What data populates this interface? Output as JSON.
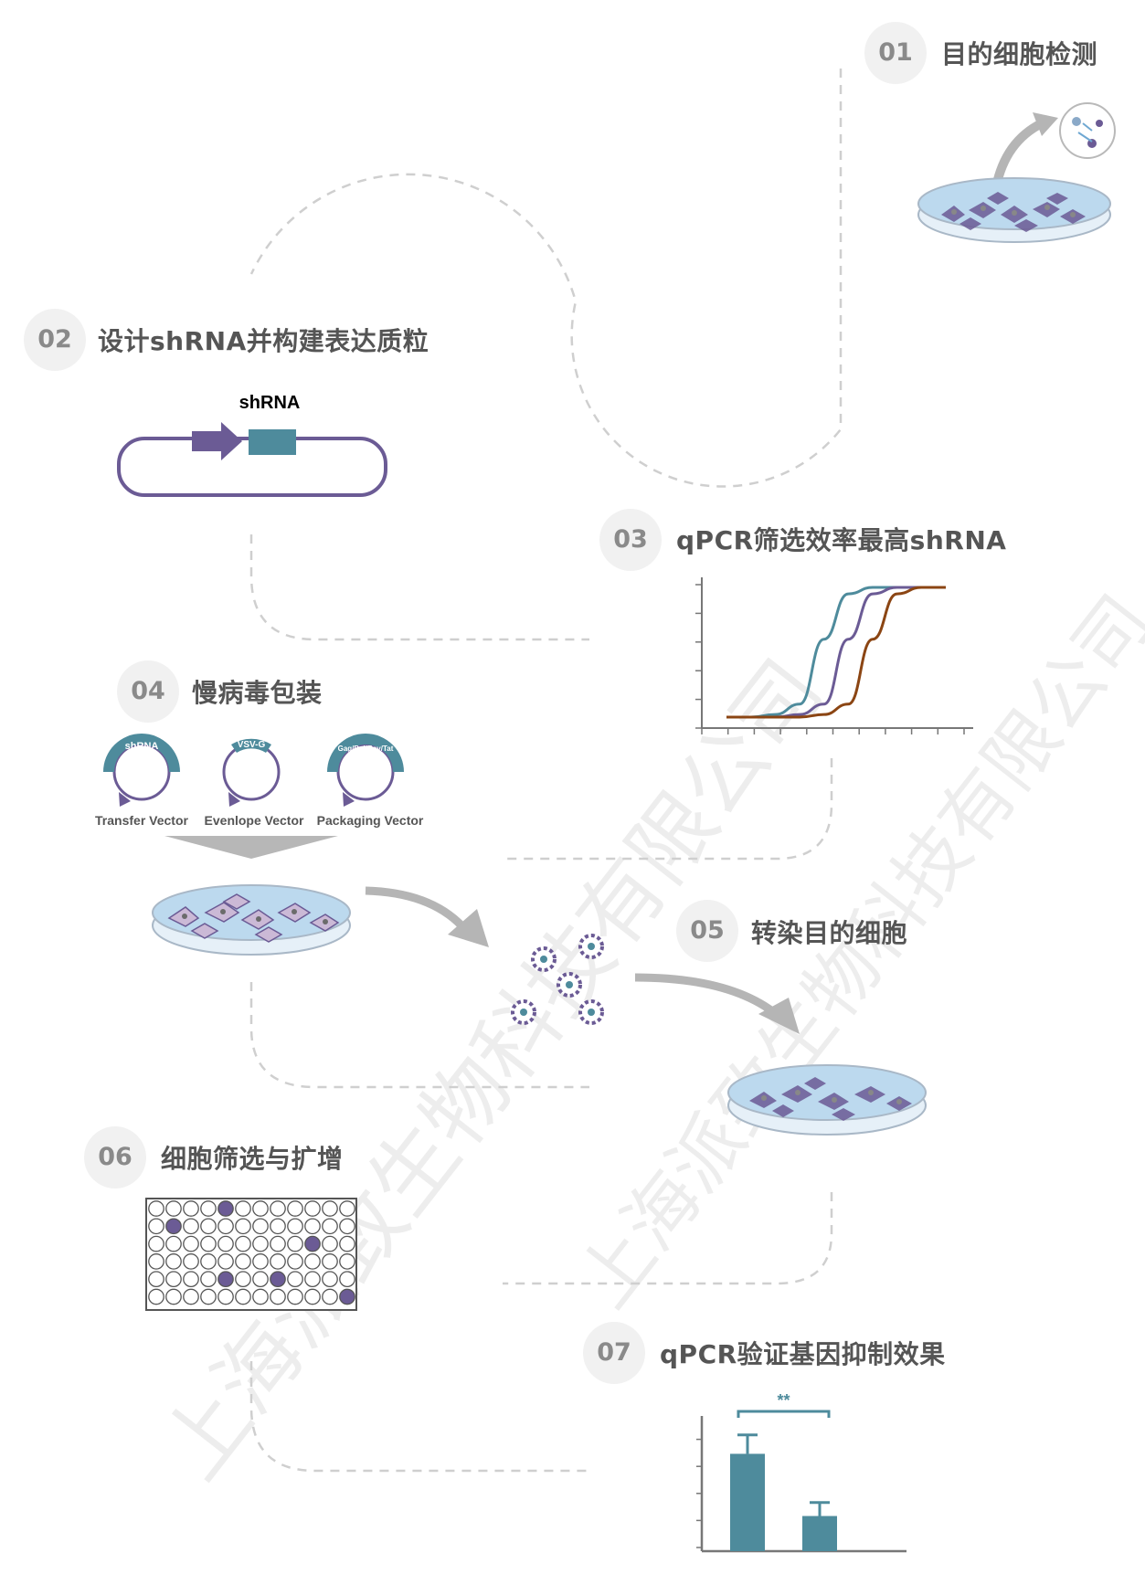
{
  "steps": [
    {
      "num": "01",
      "title": "目的细胞检测"
    },
    {
      "num": "02",
      "title": "设计shRNA并构建表达质粒"
    },
    {
      "num": "03",
      "title": "qPCR筛选效率最高shRNA"
    },
    {
      "num": "04",
      "title": "慢病毒包装"
    },
    {
      "num": "05",
      "title": "转染目的细胞"
    },
    {
      "num": "06",
      "title": "细胞筛选与扩增"
    },
    {
      "num": "07",
      "title": "qPCR验证基因抑制效果"
    }
  ],
  "plasmid": {
    "label": "shRNA"
  },
  "vectors": [
    {
      "ring_label": "shRNA",
      "caption": "Transfer Vector"
    },
    {
      "ring_label": "VSV-G",
      "caption": "Evenlope Vector"
    },
    {
      "ring_label": "Gag/Pol/Rev/Tat",
      "caption": "Packaging Vector"
    }
  ],
  "significance": "**",
  "watermark": "上海派致生物科技有限公司",
  "colors": {
    "teal": "#4e8b9c",
    "purple": "#6b5b95",
    "brown": "#8b4513",
    "dish": "#bcd9ee",
    "dash": "#cccccc"
  },
  "well_plate": {
    "rows": 6,
    "cols": 12,
    "filled": [
      [
        0,
        4
      ],
      [
        1,
        1
      ],
      [
        2,
        9
      ],
      [
        4,
        4
      ],
      [
        4,
        7
      ],
      [
        5,
        11
      ]
    ]
  },
  "chart_data": [
    {
      "type": "line",
      "series": [
        {
          "values": [
            0,
            0,
            0.02,
            0.1,
            0.6,
            0.95,
            1,
            1,
            1,
            1
          ]
        },
        {
          "values": [
            0,
            0,
            0,
            0.02,
            0.1,
            0.6,
            0.95,
            1,
            1,
            1
          ]
        },
        {
          "values": [
            0,
            0,
            0,
            0,
            0.02,
            0.1,
            0.6,
            0.95,
            1,
            1
          ]
        }
      ],
      "ylim": [
        0,
        1
      ]
    },
    {
      "type": "bar",
      "values": [
        0.72,
        0.26
      ],
      "errors": [
        0.14,
        0.1
      ],
      "ylim": [
        0,
        1
      ]
    }
  ]
}
